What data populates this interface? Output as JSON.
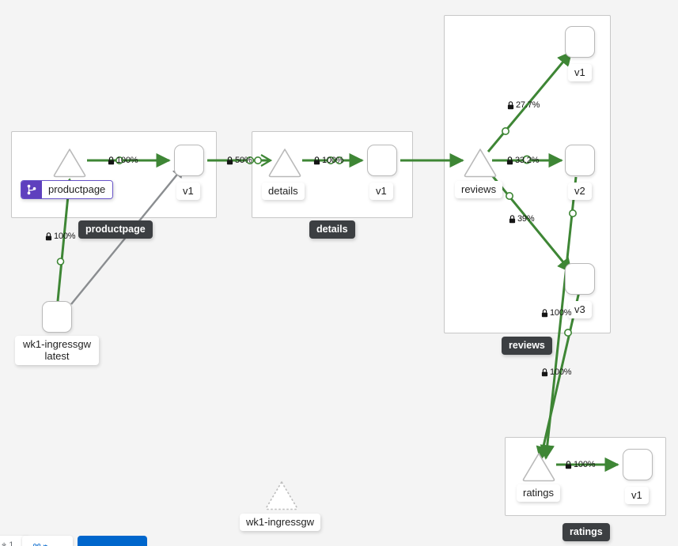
{
  "canvas": {
    "background_color": "#f4f4f4",
    "edge_color": "#3e8635",
    "idle_edge_color": "#8a8d90",
    "box_border_color": "#c7c7c7"
  },
  "groups": [
    {
      "id": "productpage",
      "label": "productpage"
    },
    {
      "id": "details",
      "label": "details"
    },
    {
      "id": "reviews",
      "label": "reviews"
    },
    {
      "id": "ratings",
      "label": "ratings"
    }
  ],
  "nodes": [
    {
      "id": "ingressgw",
      "type": "workload",
      "label_line1": "wk1-ingressgw",
      "label_line2": "latest"
    },
    {
      "id": "svc-productpage",
      "type": "service",
      "label": "productpage",
      "badge": "virtual-service"
    },
    {
      "id": "wl-productpage-v1",
      "type": "workload",
      "label": "v1"
    },
    {
      "id": "svc-details",
      "type": "service",
      "label": "details"
    },
    {
      "id": "wl-details-v1",
      "type": "workload",
      "label": "v1"
    },
    {
      "id": "svc-reviews",
      "type": "service",
      "label": "reviews"
    },
    {
      "id": "wl-reviews-v1",
      "type": "workload",
      "label": "v1"
    },
    {
      "id": "wl-reviews-v2",
      "type": "workload",
      "label": "v2"
    },
    {
      "id": "wl-reviews-v3",
      "type": "workload",
      "label": "v3"
    },
    {
      "id": "svc-ratings",
      "type": "service",
      "label": "ratings"
    },
    {
      "id": "wl-ratings-v1",
      "type": "workload",
      "label": "v1"
    },
    {
      "id": "ghost-ingressgw",
      "type": "service-ghost",
      "label": "wk1-ingressgw"
    }
  ],
  "edges": [
    {
      "id": "e1",
      "source": "ingressgw",
      "target": "svc-productpage",
      "rate": "100%",
      "mtls": true,
      "status": "healthy"
    },
    {
      "id": "e2",
      "source": "ingressgw",
      "target": "wl-productpage-v1",
      "rate": "",
      "mtls": false,
      "status": "idle"
    },
    {
      "id": "e3",
      "source": "svc-productpage",
      "target": "wl-productpage-v1",
      "rate": "100%",
      "mtls": true,
      "status": "healthy"
    },
    {
      "id": "e4",
      "source": "wl-productpage-v1",
      "target": "svc-details",
      "rate": "50%",
      "mtls": true,
      "status": "healthy"
    },
    {
      "id": "e5",
      "source": "svc-details",
      "target": "wl-details-v1",
      "rate": "100%",
      "mtls": true,
      "status": "healthy"
    },
    {
      "id": "e6",
      "source": "wl-details-v1",
      "target": "svc-reviews",
      "rate": "",
      "mtls": false,
      "status": "healthy"
    },
    {
      "id": "e7",
      "source": "svc-reviews",
      "target": "wl-reviews-v1",
      "rate": "27.7%",
      "mtls": true,
      "status": "healthy"
    },
    {
      "id": "e8",
      "source": "svc-reviews",
      "target": "wl-reviews-v2",
      "rate": "33.2%",
      "mtls": true,
      "status": "healthy"
    },
    {
      "id": "e9",
      "source": "svc-reviews",
      "target": "wl-reviews-v3",
      "rate": "39%",
      "mtls": true,
      "status": "healthy"
    },
    {
      "id": "e10",
      "source": "wl-reviews-v2",
      "target": "svc-ratings",
      "rate": "100%",
      "mtls": true,
      "status": "healthy"
    },
    {
      "id": "e11",
      "source": "wl-reviews-v3",
      "target": "svc-ratings",
      "rate": "100%",
      "mtls": true,
      "status": "healthy"
    },
    {
      "id": "e12",
      "source": "svc-ratings",
      "target": "wl-ratings-v1",
      "rate": "100%",
      "mtls": true,
      "status": "healthy"
    }
  ],
  "edge_labels": {
    "ingress_to_productpage": "100%",
    "productpage_to_v1": "100%",
    "productpage_v1_to_details": "50%",
    "details_to_v1": "100%",
    "reviews_to_v1": "27.7%",
    "reviews_to_v2": "33.2%",
    "reviews_to_v3": "39%",
    "reviews_v3_to_ratings": "100%",
    "ratings_to_v1": "100%"
  }
}
